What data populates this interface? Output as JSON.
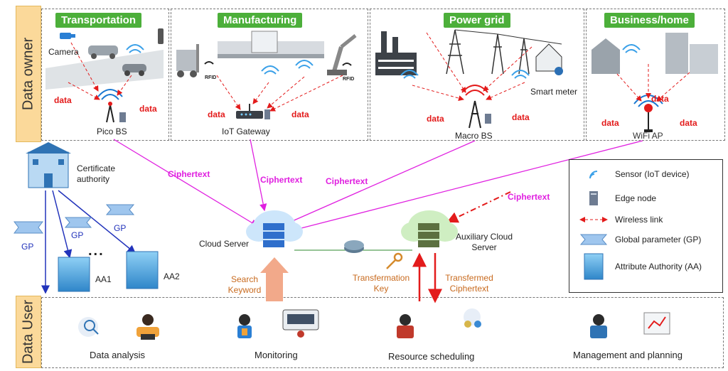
{
  "bands": {
    "owner": "Data owner",
    "user": "Data User"
  },
  "sections": [
    {
      "title": "Transportation",
      "device": "Pico BS",
      "extra": "Camera"
    },
    {
      "title": "Manufacturing",
      "device": "IoT Gateway",
      "extra": "RFID"
    },
    {
      "title": "Power grid",
      "device": "Macro BS",
      "extra": "Smart meter"
    },
    {
      "title": "Business/home",
      "device": "WiFi AP",
      "extra": ""
    }
  ],
  "data_word": "data",
  "rfid_word": "RFID",
  "ciphertext_word": "Ciphertext",
  "ca": "Certificate authority",
  "gp_word": "GP",
  "aa": {
    "aa1": "AA1",
    "aa2": "AA2",
    "dots": "..."
  },
  "cloud_server": "Cloud Server",
  "auxiliary": "Auxiliary Cloud Server",
  "search_keyword": "Search Keyword",
  "transformation_key": "Transfermation Key",
  "transformed_ciphertext": "Transfermed Ciphertext",
  "legend": [
    {
      "icon": "sensor-icon",
      "label": "Sensor (IoT device)"
    },
    {
      "icon": "edge-node-icon",
      "label": "Edge node"
    },
    {
      "icon": "wireless-link-icon",
      "label": "Wireless link"
    },
    {
      "icon": "global-parameter-icon",
      "label": "Global parameter (GP)"
    },
    {
      "icon": "attribute-authority-icon",
      "label": "Attribute Authority (AA)"
    }
  ],
  "users": [
    {
      "label": "Data analysis"
    },
    {
      "label": "Monitoring"
    },
    {
      "label": "Resource scheduling"
    },
    {
      "label": "Management and planning"
    }
  ],
  "colors": {
    "green": "#4caf3a",
    "band": "#fbd99a",
    "magenta": "#e020e0",
    "red": "#e31b1b",
    "blue": "#2233bb",
    "orange": "#c86a1e"
  }
}
